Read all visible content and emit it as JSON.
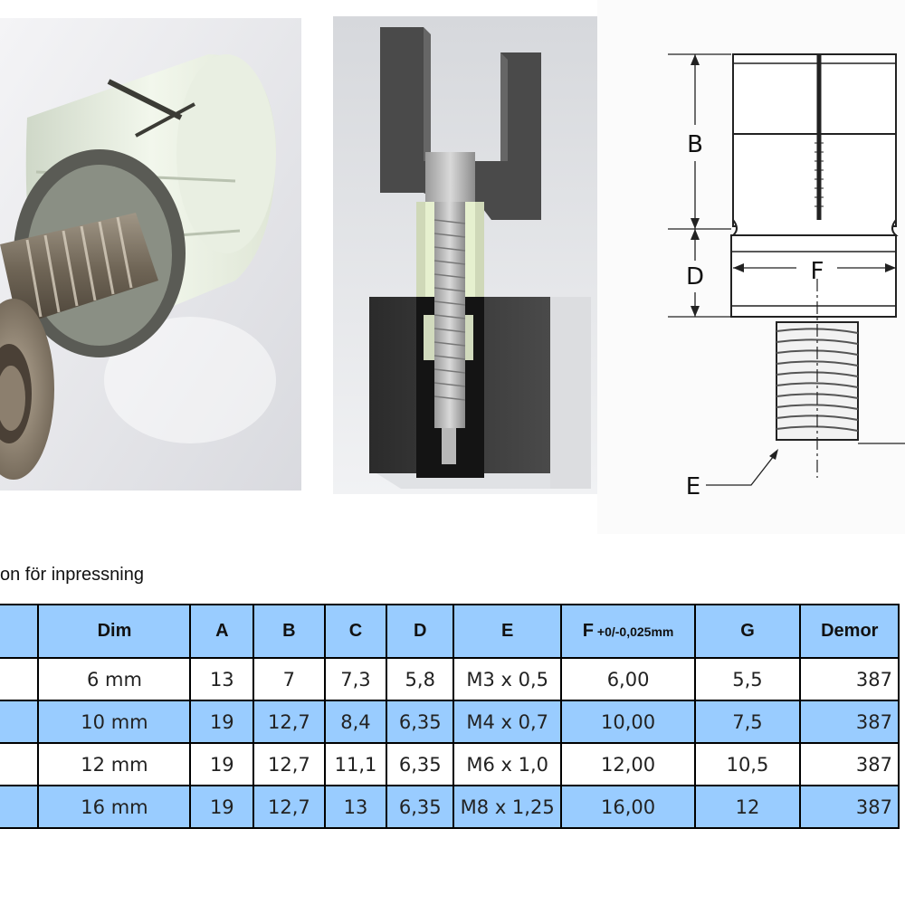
{
  "images": {
    "left": "collet-exploded-render",
    "center": "collet-cross-section-render",
    "right": "collet-dimension-drawing"
  },
  "drawing": {
    "labels": [
      "B",
      "D",
      "F",
      "E"
    ]
  },
  "caption": "on för inpressning",
  "table": {
    "headers": [
      {
        "main": "",
        "suffix": ""
      },
      {
        "main": "Dim",
        "suffix": ""
      },
      {
        "main": "A",
        "suffix": ""
      },
      {
        "main": "B",
        "suffix": ""
      },
      {
        "main": "C",
        "suffix": ""
      },
      {
        "main": "D",
        "suffix": ""
      },
      {
        "main": "E",
        "suffix": ""
      },
      {
        "main": "F",
        "suffix": " +0/-0,025mm"
      },
      {
        "main": "G",
        "suffix": ""
      },
      {
        "main": "Demor",
        "suffix": ""
      }
    ],
    "rows": [
      [
        "",
        "6 mm",
        "13",
        "7",
        "7,3",
        "5,8",
        "M3 x 0,5",
        "6,00",
        "5,5",
        "387"
      ],
      [
        "",
        "10 mm",
        "19",
        "12,7",
        "8,4",
        "6,35",
        "M4 x 0,7",
        "10,00",
        "7,5",
        "387"
      ],
      [
        "",
        "12 mm",
        "19",
        "12,7",
        "11,1",
        "6,35",
        "M6 x 1,0",
        "12,00",
        "10,5",
        "387"
      ],
      [
        "",
        "16 mm",
        "19",
        "12,7",
        "13",
        "6,35",
        "M8 x 1,25",
        "16,00",
        "12",
        "387"
      ]
    ]
  }
}
